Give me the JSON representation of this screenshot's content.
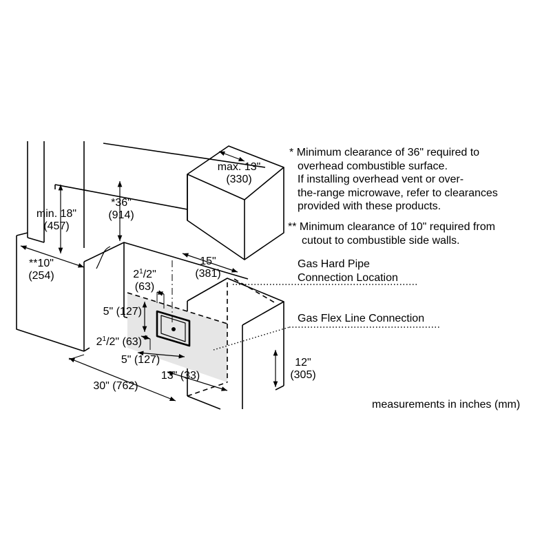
{
  "notes": {
    "note1_marker": "*",
    "note1_lines": [
      "Minimum clearance of 36\" required to",
      "overhead combustible surface.",
      "If installing overhead vent or over-",
      "the-range microwave, refer to clearances",
      "provided with these products."
    ],
    "note2_marker": "**",
    "note2_lines": [
      "Minimum clearance of 10\" required from",
      "cutout to combustible side walls."
    ]
  },
  "callouts": {
    "gas_hard_pipe": [
      "Gas Hard Pipe",
      "Connection Location"
    ],
    "gas_flex_line": "Gas Flex Line Connection"
  },
  "dimensions": {
    "max13": [
      "max. 13\"",
      "(330)"
    ],
    "min18": [
      "min. 18\"",
      "(457)"
    ],
    "star36": [
      "*36\"",
      "(914)"
    ],
    "side10": [
      "**10\"",
      "(254)"
    ],
    "d15": [
      "15\"",
      "(381)"
    ],
    "d2half_top_whole": "2",
    "d2half_top_num": "1",
    "d2half_top_rest": "/2\"",
    "d2half_top_mm": "(63)",
    "d5_vert": "5\" (127)",
    "d2half_bottom_whole": "2",
    "d2half_bottom_num": "1",
    "d2half_bottom_rest": "/2\" (63)",
    "d5_horiz": "5\" (127)",
    "d13": "13\" (33)",
    "d30": "30\" (762)",
    "d12": [
      "12\"",
      "(305)"
    ]
  },
  "footer_note": "measurements in inches (mm)",
  "colors": {
    "line": "#000000",
    "shade": "#e6e6e6",
    "background": "#ffffff"
  }
}
